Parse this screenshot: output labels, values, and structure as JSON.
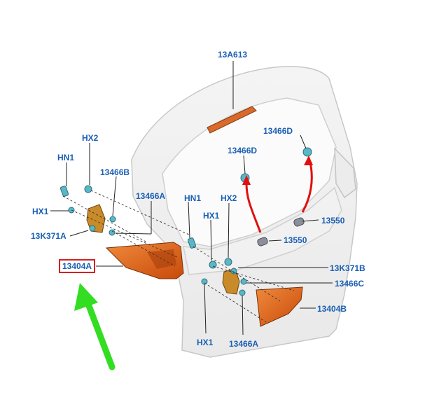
{
  "diagram": {
    "labels": {
      "hn1_left": "HN1",
      "hx2_left": "HX2",
      "p13466b": "13466B",
      "p13466a_left": "13466A",
      "hx1_left": "HX1",
      "p13k371a": "13K371A",
      "p13404a": "13404A",
      "p13a613": "13A613",
      "p13466d_right": "13466D",
      "p13466d_left": "13466D",
      "p13550_right": "13550",
      "p13550_left": "13550",
      "hn1_mid": "HN1",
      "hx2_mid": "HX2",
      "hx1_mid": "HX1",
      "p13k371b": "13K371B",
      "p13466c": "13466C",
      "p13404b": "13404B",
      "hx1_bottom": "HX1",
      "p13466a_bottom": "13466A"
    },
    "colors": {
      "line": "#222222",
      "label_text": "#1a5fb4",
      "highlight_box": "#d62020",
      "red_arrow": "#e01010",
      "green_arrow": "#33dd22",
      "lamp": "#e8671c",
      "bracket": "#c98a2a",
      "fastener": "#5ab7c7",
      "tailgate_stroke": "#c8c8c8"
    }
  }
}
